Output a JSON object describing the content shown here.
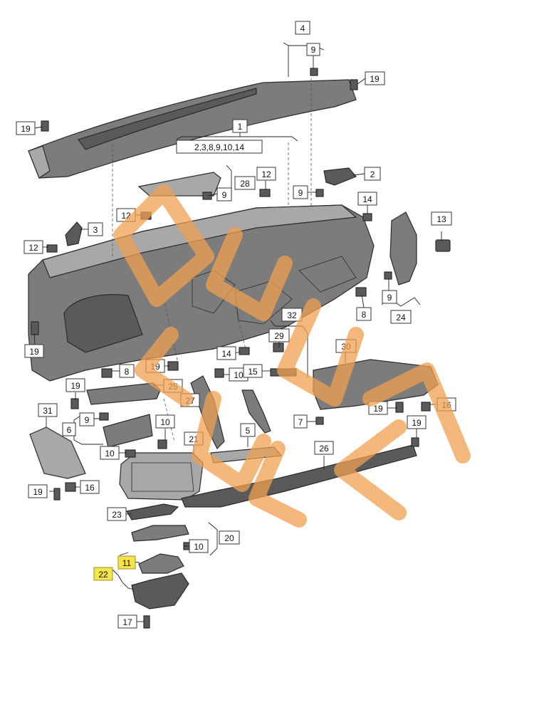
{
  "callouts": [
    {
      "id": "c4",
      "label": "4"
    },
    {
      "id": "c9a",
      "label": "9"
    },
    {
      "id": "c19a",
      "label": "19"
    },
    {
      "id": "c19b",
      "label": "19"
    },
    {
      "id": "c1",
      "label": "1"
    },
    {
      "id": "c1sub",
      "label": "2,3,8,9,10,14"
    },
    {
      "id": "c28",
      "label": "28"
    },
    {
      "id": "c9b",
      "label": "9"
    },
    {
      "id": "c12a",
      "label": "12"
    },
    {
      "id": "c2",
      "label": "2"
    },
    {
      "id": "c9c",
      "label": "9"
    },
    {
      "id": "c14a",
      "label": "14"
    },
    {
      "id": "c12b",
      "label": "12"
    },
    {
      "id": "c3",
      "label": "3"
    },
    {
      "id": "c13",
      "label": "13"
    },
    {
      "id": "c12c",
      "label": "12"
    },
    {
      "id": "c9d",
      "label": "9"
    },
    {
      "id": "c8a",
      "label": "8"
    },
    {
      "id": "c24",
      "label": "24"
    },
    {
      "id": "c32",
      "label": "32"
    },
    {
      "id": "c29",
      "label": "29"
    },
    {
      "id": "c19c",
      "label": "19"
    },
    {
      "id": "c30",
      "label": "30"
    },
    {
      "id": "c14b",
      "label": "14"
    },
    {
      "id": "c19d",
      "label": "19"
    },
    {
      "id": "c8b",
      "label": "8"
    },
    {
      "id": "c10a",
      "label": "10"
    },
    {
      "id": "c15",
      "label": "15"
    },
    {
      "id": "c19e",
      "label": "19"
    },
    {
      "id": "c25",
      "label": "25"
    },
    {
      "id": "c27",
      "label": "27"
    },
    {
      "id": "c19f",
      "label": "19"
    },
    {
      "id": "c16a",
      "label": "16"
    },
    {
      "id": "c31",
      "label": "31"
    },
    {
      "id": "c9e",
      "label": "9"
    },
    {
      "id": "c10b",
      "label": "10"
    },
    {
      "id": "c7",
      "label": "7"
    },
    {
      "id": "c5",
      "label": "5"
    },
    {
      "id": "c6",
      "label": "6"
    },
    {
      "id": "c19g",
      "label": "19"
    },
    {
      "id": "c21",
      "label": "21"
    },
    {
      "id": "c26",
      "label": "26"
    },
    {
      "id": "c10c",
      "label": "10"
    },
    {
      "id": "c19h",
      "label": "19"
    },
    {
      "id": "c16b",
      "label": "16"
    },
    {
      "id": "c23",
      "label": "23"
    },
    {
      "id": "c20",
      "label": "20"
    },
    {
      "id": "c10d",
      "label": "10"
    },
    {
      "id": "c11",
      "label": "11",
      "highlight": true
    },
    {
      "id": "c22",
      "label": "22",
      "highlight": true
    },
    {
      "id": "c17",
      "label": "17"
    }
  ],
  "colors": {
    "highlight": "#f5e34a",
    "watermark": "#f0a050",
    "part_fill": "#7c7c7c",
    "outline": "#2b2b2b"
  }
}
